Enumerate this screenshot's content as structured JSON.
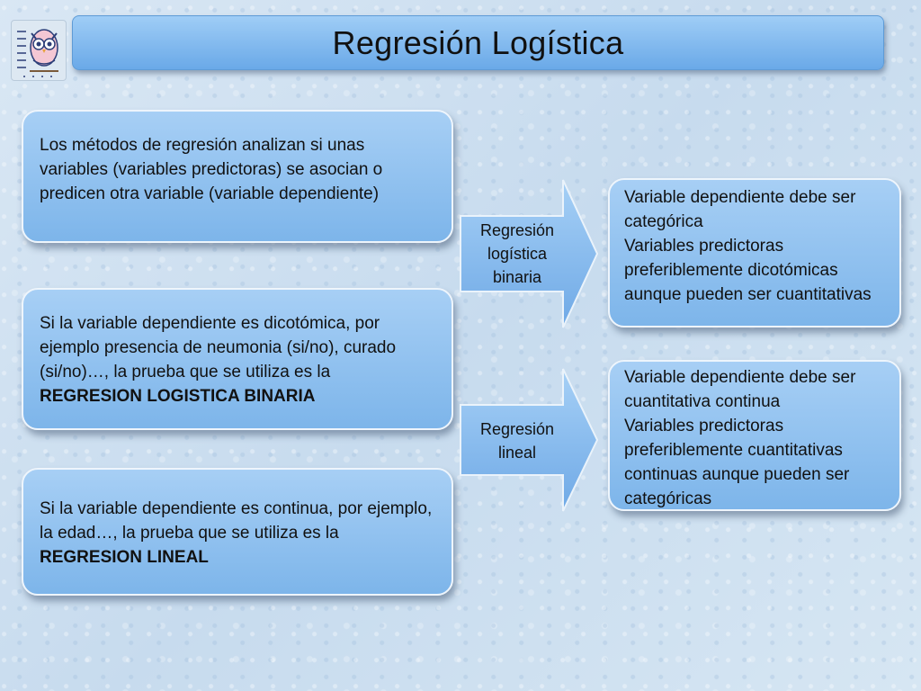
{
  "title": "Regresión Logística",
  "left_boxes": [
    {
      "text": "Los métodos de regresión analizan si unas variables (variables predictoras) se asocian o predicen otra variable (variable dependiente)"
    },
    {
      "text_before": "Si la variable dependiente es dicotómica, por ejemplo presencia de neumonia (si/no), curado (si/no)…, la prueba que se utiliza es la ",
      "text_bold": "REGRESION LOGISTICA BINARIA"
    },
    {
      "text_before": "Si la variable dependiente es continua, por ejemplo, la edad…, la prueba que se utiliza es la ",
      "text_bold": "REGRESION LINEAL"
    }
  ],
  "arrows": [
    {
      "label_lines": [
        "Regresión",
        "logística",
        "binaria"
      ]
    },
    {
      "label_lines": [
        "Regresión",
        "lineal"
      ]
    }
  ],
  "right_boxes": [
    {
      "lines": [
        "Variable dependiente debe ser categórica",
        "Variables predictoras preferiblemente dicotómicas aunque pueden ser cuantitativas"
      ]
    },
    {
      "lines": [
        "Variable dependiente debe ser cuantitativa continua",
        "Variables predictoras preferiblemente cuantitativas continuas aunque pueden ser categóricas"
      ]
    }
  ],
  "colors": {
    "box_fill": "#8fc2f0",
    "arrow_fill": "#7fb6ec",
    "title_fill": "#8cc0f2"
  },
  "icons": {
    "logo": "owl-icon"
  }
}
